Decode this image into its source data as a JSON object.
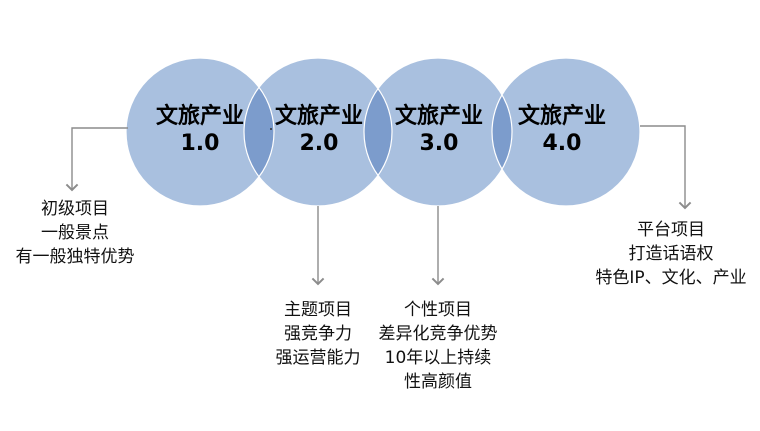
{
  "stages": [
    {
      "title": "文旅产业",
      "version": "1.0",
      "notes": [
        "初级项目",
        "一般景点",
        "有一般独特优势"
      ]
    },
    {
      "title": "文旅产业",
      "version": "2.0",
      "notes": [
        "主题项目",
        "强竞争力",
        "强运营能力"
      ]
    },
    {
      "title": "文旅产业",
      "version": "3.0",
      "notes": [
        "个性项目",
        "差异化竞争优势",
        "10年以上持续",
        "性高颜值"
      ]
    },
    {
      "title": "文旅产业",
      "version": "4.0",
      "notes": [
        "平台项目",
        "打造话语权",
        "特色IP、文化、产业"
      ]
    }
  ],
  "colors": {
    "circle_fill": "#a9c0df",
    "overlap_fill": "#7c9ccc",
    "connector": "#8c8c8c",
    "text": "#000000"
  }
}
